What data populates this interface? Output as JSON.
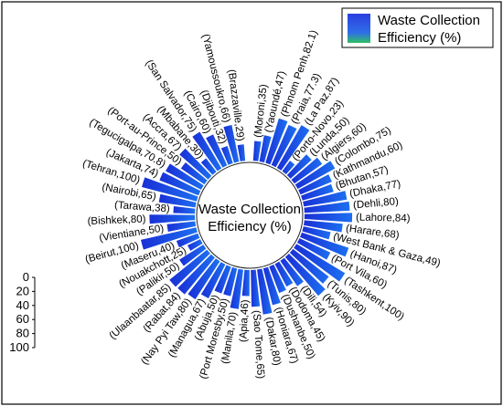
{
  "chart_data": {
    "type": "bar",
    "subtype": "circular-bar",
    "center_title": [
      "Waste Collection",
      "Efficiency (%)"
    ],
    "legend": {
      "label": [
        "Waste Collection",
        "Efficiency (%)"
      ],
      "placement": "top-right"
    },
    "scale": {
      "ticks": [
        "0",
        "20",
        "40",
        "60",
        "80",
        "100"
      ],
      "range": [
        0,
        100
      ]
    },
    "colors": {
      "bar_start": "#1a2fd6",
      "bar_end": "#1d6ff0",
      "legend_top": "#2b3fe0",
      "legend_bottom": "#2fc064"
    },
    "categories": [
      {
        "label": "(Moroni,35)",
        "value": 35
      },
      {
        "label": "(Yaoundé,47)",
        "value": 47
      },
      {
        "label": "(Phnom Penh,82.1)",
        "value": 82.1
      },
      {
        "label": "(Praia,77.3)",
        "value": 77.3
      },
      {
        "label": "(La Paz,87)",
        "value": 87
      },
      {
        "label": "(Porto-Novo,23)",
        "value": 23
      },
      {
        "label": "(Lunda,50)",
        "value": 50
      },
      {
        "label": "(Algiers,60)",
        "value": 60
      },
      {
        "label": "(Colombo,75)",
        "value": 75
      },
      {
        "label": "(Kathmandu,60)",
        "value": 60
      },
      {
        "label": "(Bhutan,57)",
        "value": 57
      },
      {
        "label": "(Dhaka,77)",
        "value": 77
      },
      {
        "label": "(Dehli,80)",
        "value": 80
      },
      {
        "label": "(Lahore,84)",
        "value": 84
      },
      {
        "label": "(Harare,68)",
        "value": 68
      },
      {
        "label": "(West Bank & Gaza,49)",
        "value": 49
      },
      {
        "label": "(Hanoi,87)",
        "value": 87
      },
      {
        "label": "(Port Vila,60)",
        "value": 60
      },
      {
        "label": "(Tashkent,100)",
        "value": 100
      },
      {
        "label": "(Tunis,80)",
        "value": 80
      },
      {
        "label": "(Kyiv,90)",
        "value": 90
      },
      {
        "label": "(Dili,54)",
        "value": 54
      },
      {
        "label": "(Dodoma,45)",
        "value": 45
      },
      {
        "label": "(Dushanbe,50)",
        "value": 50
      },
      {
        "label": "(Honiara,67)",
        "value": 67
      },
      {
        "label": "(Dakar,80)",
        "value": 80
      },
      {
        "label": "(Sao Tome,65)",
        "value": 65
      },
      {
        "label": "(Apia,46)",
        "value": 46
      },
      {
        "label": "(Manila,70)",
        "value": 70
      },
      {
        "label": "(Port Moresby,50)",
        "value": 50
      },
      {
        "label": "(Abuja,50)",
        "value": 50
      },
      {
        "label": "(Managua,67)",
        "value": 67
      },
      {
        "label": "(Nay Pyi Taw,80)",
        "value": 80
      },
      {
        "label": "(Rabat,84)",
        "value": 84
      },
      {
        "label": "(Ulaanbaatar,85)",
        "value": 85
      },
      {
        "label": "(Palikir,50)",
        "value": 50
      },
      {
        "label": "(Nouakchott,25)",
        "value": 25
      },
      {
        "label": "(Maseru,40)",
        "value": 40
      },
      {
        "label": "(Beirut,100)",
        "value": 100
      },
      {
        "label": "(Vientiane,50)",
        "value": 50
      },
      {
        "label": "(Bishkek,80)",
        "value": 80
      },
      {
        "label": "(Tarawa,38)",
        "value": 38
      },
      {
        "label": "(Nairobi,65)",
        "value": 65
      },
      {
        "label": "(Tehran,100)",
        "value": 100
      },
      {
        "label": "(Jakarta,74)",
        "value": 74
      },
      {
        "label": "(Tegucigalpa,70.8)",
        "value": 70.8
      },
      {
        "label": "(Port-au-Prince,50)",
        "value": 50
      },
      {
        "label": "(Accra,67)",
        "value": 67
      },
      {
        "label": "(Mbabane,30)",
        "value": 30
      },
      {
        "label": "(San Salvador,75)",
        "value": 75
      },
      {
        "label": "(Cairo,60)",
        "value": 60
      },
      {
        "label": "(Djibouti,32)",
        "value": 32
      },
      {
        "label": "(Yamoussoukro,66)",
        "value": 66
      },
      {
        "label": "(Brazzaville,29)",
        "value": 29
      }
    ]
  }
}
